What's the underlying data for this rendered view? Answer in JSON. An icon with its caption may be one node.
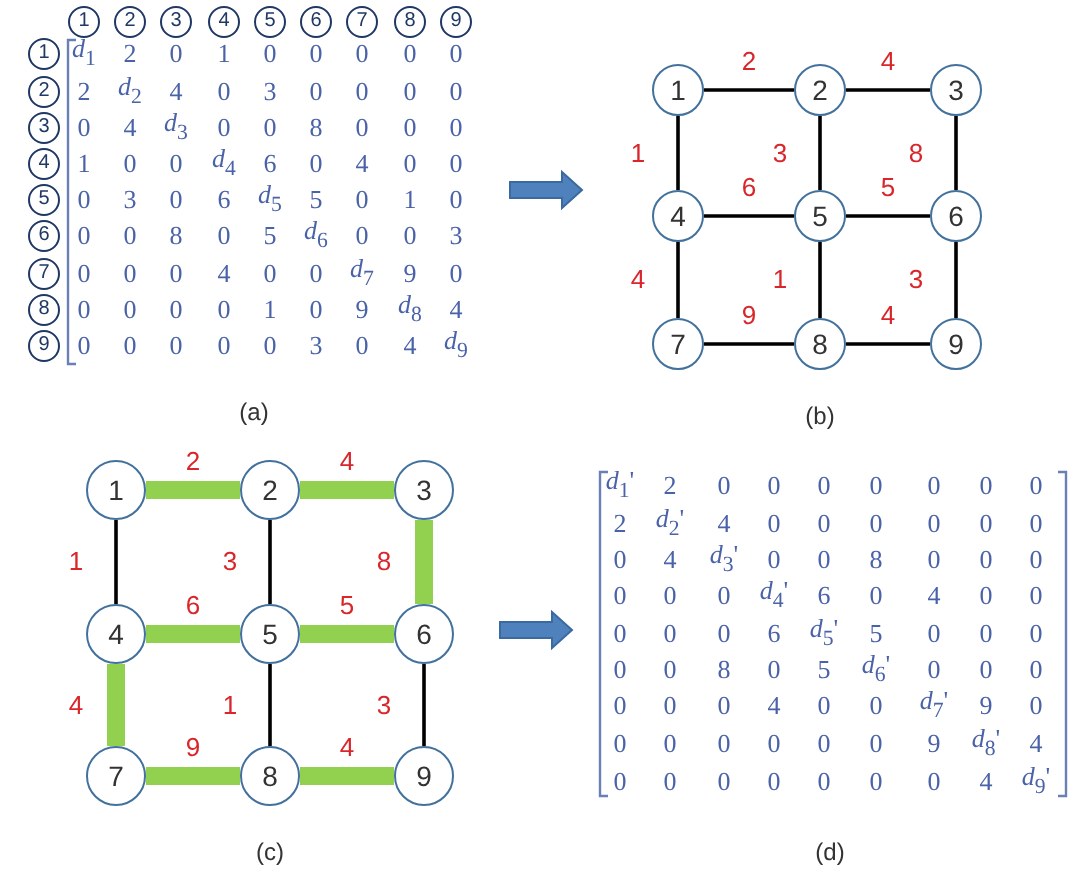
{
  "diagram": {
    "nodes": [
      {
        "text": [
          "1"
        ]
      },
      {
        "text": [
          "2"
        ]
      },
      {
        "text": [
          "3"
        ]
      },
      {
        "text": [
          "4"
        ]
      },
      {
        "text": [
          "5"
        ]
      },
      {
        "text": [
          "6"
        ]
      },
      {
        "text": [
          "7"
        ]
      },
      {
        "text": [
          "8"
        ]
      },
      {
        "text": [
          "9"
        ]
      },
      {
        "text": [
          "1"
        ]
      },
      {
        "text": [
          "2"
        ]
      },
      {
        "text": [
          "3"
        ]
      },
      {
        "text": [
          "4"
        ]
      },
      {
        "text": [
          "5"
        ]
      },
      {
        "text": [
          "6"
        ]
      },
      {
        "text": [
          "7"
        ]
      },
      {
        "text": [
          "8"
        ]
      },
      {
        "text": [
          "9"
        ]
      },
      {
        "text": [
          "1"
        ]
      },
      {
        "text": [
          "2"
        ]
      },
      {
        "text": [
          "3"
        ]
      },
      {
        "text": [
          "4"
        ]
      },
      {
        "text": [
          "5"
        ]
      },
      {
        "text": [
          "6"
        ]
      },
      {
        "text": [
          "7"
        ]
      },
      {
        "text": [
          "8"
        ]
      },
      {
        "text": [
          "9"
        ]
      },
      {
        "text": [
          "1"
        ]
      },
      {
        "text": [
          "2"
        ]
      },
      {
        "text": [
          "3"
        ]
      },
      {
        "text": [
          "4"
        ]
      },
      {
        "text": [
          "5"
        ]
      },
      {
        "text": [
          "6"
        ]
      },
      {
        "text": [
          "7"
        ]
      },
      {
        "text": [
          "8"
        ]
      },
      {
        "text": [
          "9"
        ]
      }
    ],
    "edges": [
      {
        "from": 18,
        "to": 19,
        "arrow": "none",
        "label": "2"
      },
      {
        "from": 19,
        "to": 20,
        "arrow": "none",
        "label": "4"
      },
      {
        "from": 18,
        "to": 21,
        "arrow": "none",
        "label": "1"
      },
      {
        "from": 19,
        "to": 22,
        "arrow": "none",
        "label": "3"
      },
      {
        "from": 20,
        "to": 23,
        "arrow": "none",
        "label": "8"
      },
      {
        "from": 21,
        "to": 22,
        "arrow": "none",
        "label": "6"
      },
      {
        "from": 22,
        "to": 23,
        "arrow": "none",
        "label": "5"
      },
      {
        "from": 21,
        "to": 24,
        "arrow": "none",
        "label": "4"
      },
      {
        "from": 22,
        "to": 25,
        "arrow": "none",
        "label": "1"
      },
      {
        "from": 23,
        "to": 26,
        "arrow": "none",
        "label": "3"
      },
      {
        "from": 24,
        "to": 25,
        "arrow": "none",
        "label": "9"
      },
      {
        "from": 25,
        "to": 26,
        "arrow": "none",
        "label": "4"
      },
      {
        "from": 27,
        "to": 28,
        "arrow": "none",
        "label": "2",
        "style": "thick",
        "color": "#92d050"
      },
      {
        "from": 28,
        "to": 29,
        "arrow": "none",
        "label": "4",
        "style": "thick",
        "color": "#92d050"
      },
      {
        "from": 27,
        "to": 30,
        "arrow": "none",
        "label": "1"
      },
      {
        "from": 28,
        "to": 31,
        "arrow": "none",
        "label": "3"
      },
      {
        "from": 29,
        "to": 32,
        "arrow": "none",
        "label": "8",
        "style": "thick",
        "color": "#92d050"
      },
      {
        "from": 30,
        "to": 31,
        "arrow": "none",
        "label": "6",
        "style": "thick",
        "color": "#92d050"
      },
      {
        "from": 31,
        "to": 32,
        "arrow": "none",
        "label": "5",
        "style": "thick",
        "color": "#92d050"
      },
      {
        "from": 30,
        "to": 33,
        "arrow": "none",
        "label": "4",
        "style": "thick",
        "color": "#92d050"
      },
      {
        "from": 31,
        "to": 34,
        "arrow": "none",
        "label": "1"
      },
      {
        "from": 32,
        "to": 35,
        "arrow": "none",
        "label": "3"
      },
      {
        "from": 33,
        "to": 34,
        "arrow": "none",
        "label": "9",
        "style": "thick",
        "color": "#92d050"
      },
      {
        "from": 34,
        "to": 35,
        "arrow": "none",
        "label": "4",
        "style": "thick",
        "color": "#92d050"
      }
    ],
    "labels": [
      "*d*$_{1}$",
      "2",
      "0",
      "1",
      "0",
      "0",
      "0",
      "0",
      "0",
      "2",
      "*d*$_{2}$",
      "4",
      "0",
      "3",
      "0",
      "0",
      "0",
      "0",
      "0",
      "4",
      "*d*$_{3}$",
      "0",
      "0",
      "8",
      "0",
      "0",
      "0",
      "1",
      "0",
      "0",
      "*d*$_{4}$",
      "6",
      "0",
      "4",
      "0",
      "0",
      "0",
      "3",
      "0",
      "6",
      "*d*$_{5}$",
      "5",
      "0",
      "1",
      "0",
      "0",
      "0",
      "8",
      "0",
      "5",
      "*d*$_{6}$",
      "0",
      "0",
      "3",
      "0",
      "0",
      "0",
      "4",
      "0",
      "0",
      "*d*$_{7}$",
      "9",
      "0",
      "0",
      "0",
      "0",
      "0",
      "1",
      "0",
      "9",
      "*d*$_{8}$",
      "4",
      "0",
      "0",
      "0",
      "0",
      "0",
      "3",
      "0",
      "4",
      "*d*$_{9}$",
      "(a)",
      "(b)",
      "*d*$_{1}$'",
      "2",
      "0",
      "0",
      "0",
      "0",
      "0",
      "0",
      "0",
      "2",
      "*d*$_{2}$'",
      "4",
      "0",
      "0",
      "0",
      "0",
      "0",
      "0",
      "0",
      "4",
      "*d*$_{3}$'",
      "0",
      "0",
      "8",
      "0",
      "0",
      "0",
      "0",
      "0",
      "0",
      "*d*$_{4}$'",
      "6",
      "0",
      "4",
      "0",
      "0",
      "0",
      "0",
      "0",
      "6",
      "*d*$_{5}$'",
      "5",
      "0",
      "0",
      "0",
      "0",
      "0",
      "8",
      "0",
      "5",
      "*d*$_{6}$'",
      "0",
      "0",
      "0",
      "0",
      "0",
      "0",
      "4",
      "0",
      "0",
      "*d*$_{7}$'",
      "9",
      "0",
      "0",
      "0",
      "0",
      "0",
      "0",
      "0",
      "9",
      "*d*$_{8}$'",
      "4",
      "0",
      "0",
      "0",
      "0",
      "0",
      "0",
      "0",
      "4",
      "*d*$_{9}$'",
      "(c)",
      "(d)"
    ]
  }
}
